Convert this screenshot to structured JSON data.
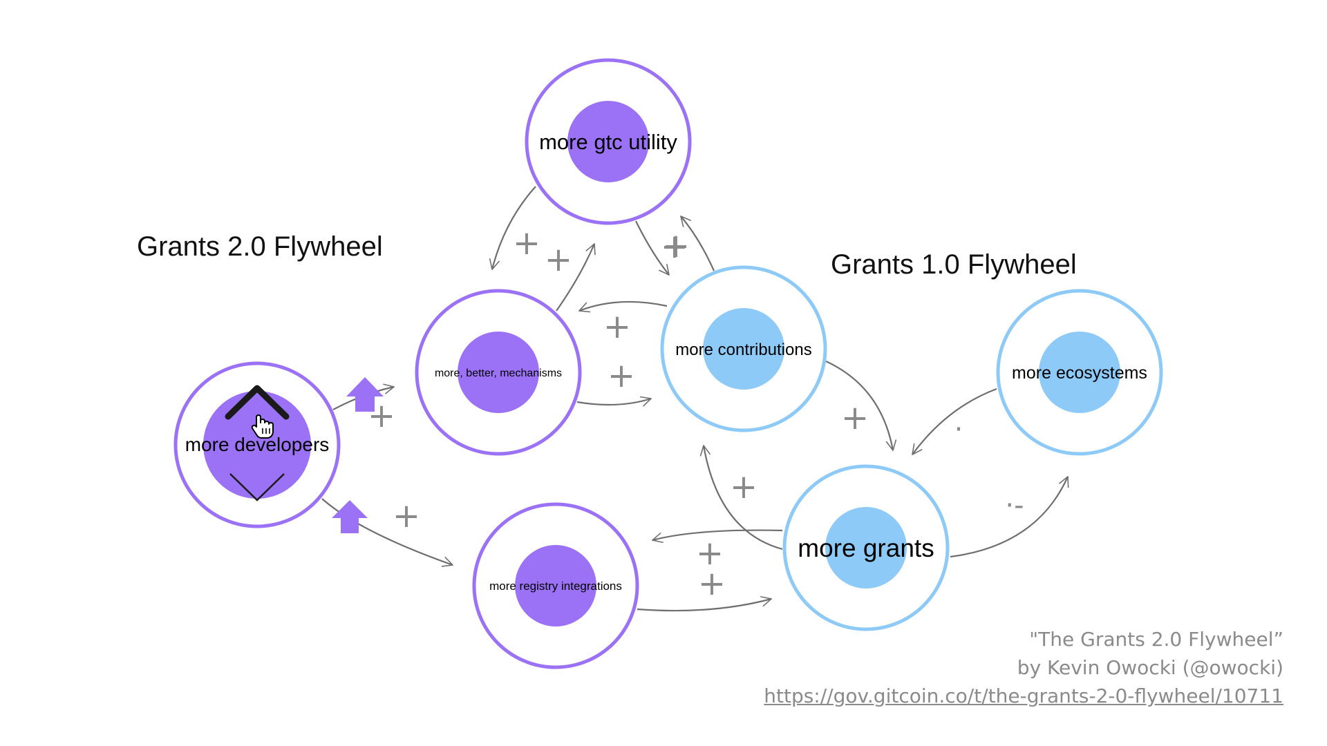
{
  "titles": {
    "grants2": "Grants 2.0 Flywheel",
    "grants1": "Grants 1.0 Flywheel"
  },
  "nodes": {
    "gtc_utility": "more gtc utility",
    "mechanisms": "more, better, mechanisms",
    "contributions": "more contributions",
    "ecosystems": "more ecosystems",
    "developers": "more developers",
    "registry": "more registry integrations",
    "grants": "more grants"
  },
  "signs": {
    "plus": "+",
    "dot": "·",
    "dot_minus": "·-"
  },
  "caption": {
    "line1": "\"The Grants 2.0 Flywheel”",
    "line2": "by Kevin Owocki (@owocki)",
    "link": "https://gov.gitcoin.co/t/the-grants-2-0-flywheel/10711"
  },
  "colors": {
    "grants2_accent": "#9b72f5",
    "grants1_accent": "#8ecaf7",
    "text": "#000000",
    "arrow": "#6e6e6e",
    "sign": "#8a8a8a"
  },
  "icons": {
    "upvote": "chevron-up-icon",
    "downvote": "chevron-down-icon",
    "cursor": "hand-pointer-icon",
    "boost": "up-arrow-icon"
  }
}
